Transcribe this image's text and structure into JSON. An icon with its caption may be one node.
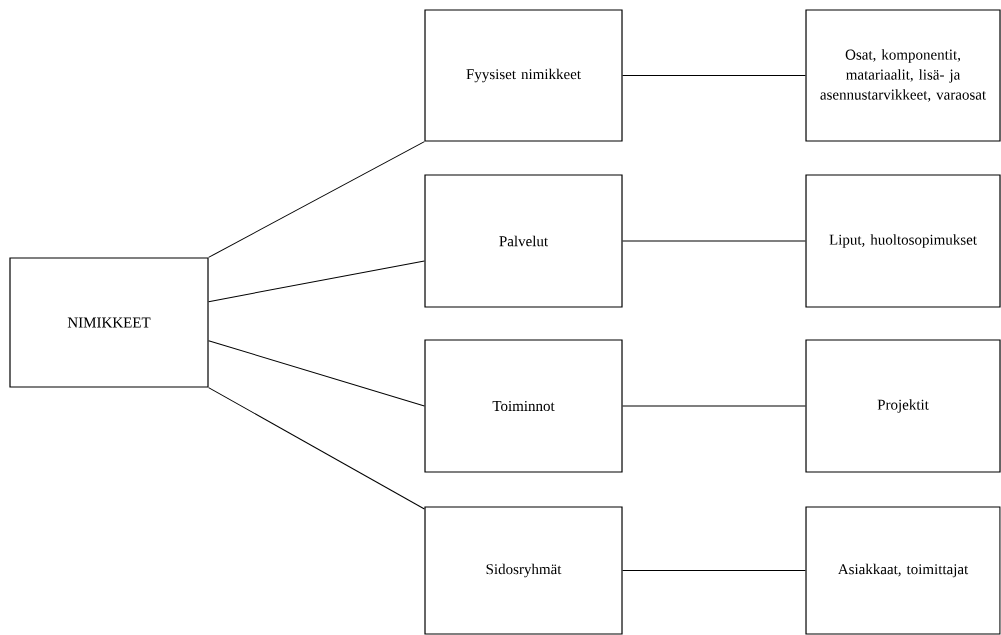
{
  "diagram": {
    "nodes": [
      {
        "text": [
          "NIMIKKEET"
        ]
      },
      {
        "text": [
          "Fyysiset nimikkeet"
        ]
      },
      {
        "text": [
          "Palvelut"
        ]
      },
      {
        "text": [
          "Toiminnot"
        ]
      },
      {
        "text": [
          "Sidosryhmät"
        ]
      },
      {
        "text": [
          "Osat, komponentit, matariaalit, lisä- ja asennustarvikkeet, varaosat"
        ]
      },
      {
        "text": [
          "Liput, huoltosopimukset"
        ]
      },
      {
        "text": [
          "Projektit"
        ]
      },
      {
        "text": [
          "Asiakkaat, toimittajat"
        ]
      }
    ],
    "edges": [
      {
        "from": 0,
        "to": 1,
        "arrow": "none"
      },
      {
        "from": 0,
        "to": 2,
        "arrow": "none"
      },
      {
        "from": 0,
        "to": 3,
        "arrow": "none"
      },
      {
        "from": 0,
        "to": 4,
        "arrow": "none"
      },
      {
        "from": 1,
        "to": 5,
        "arrow": "none"
      },
      {
        "from": 2,
        "to": 6,
        "arrow": "none"
      },
      {
        "from": 3,
        "to": 7,
        "arrow": "none"
      },
      {
        "from": 4,
        "to": 8,
        "arrow": "none"
      }
    ]
  }
}
